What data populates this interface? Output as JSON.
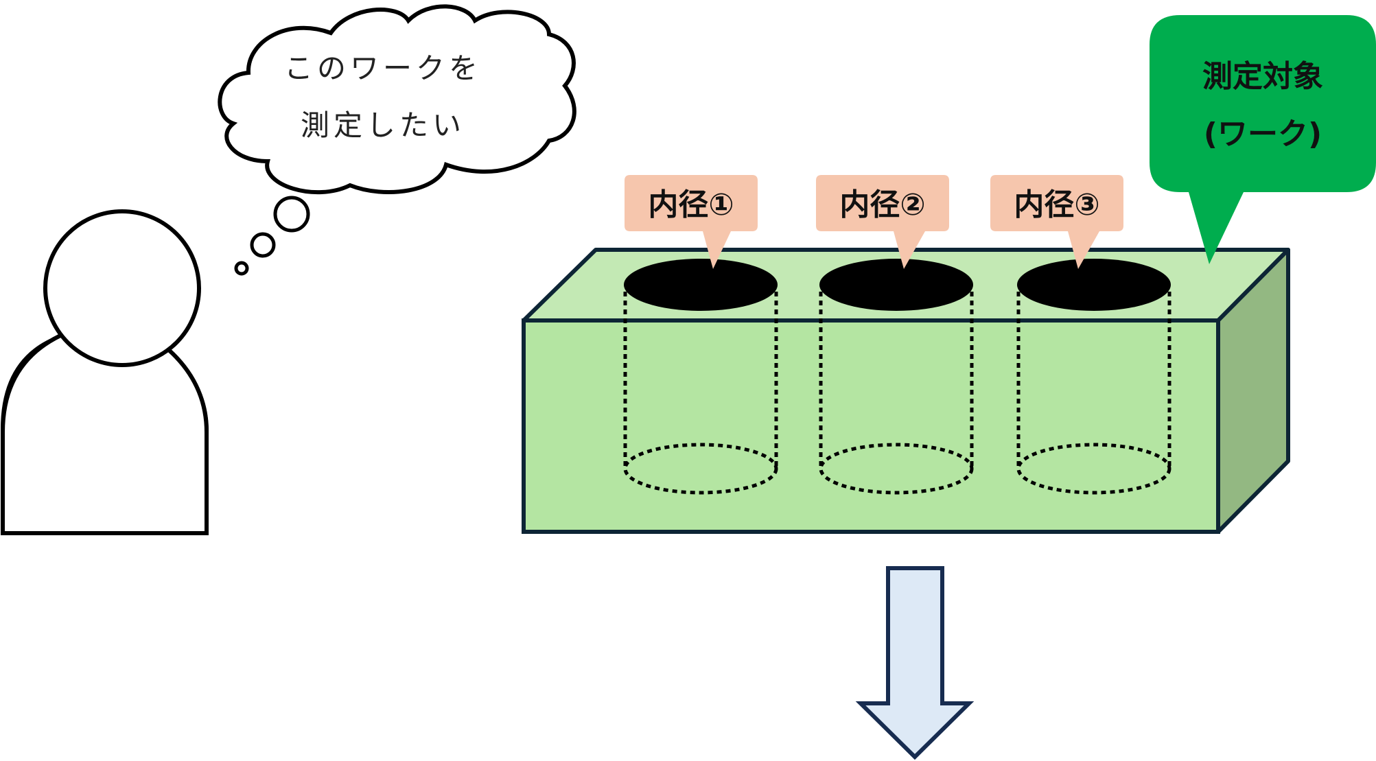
{
  "thought_bubble": {
    "line1": "このワークを",
    "line2": "測定したい"
  },
  "labels": [
    {
      "text": "内径①"
    },
    {
      "text": "内径②"
    },
    {
      "text": "内径③"
    }
  ],
  "target_callout": {
    "line1": "測定対象",
    "line2": "(ワーク)"
  },
  "colors": {
    "label_fill": "#f6c6ad",
    "target_fill": "#00ad4e",
    "box_front": "#b4e5a2",
    "box_top": "#c3e9b4",
    "box_side": "#93b882",
    "box_stroke": "#0d2535",
    "arrow_fill": "#dde9f6",
    "arrow_stroke": "#172c50"
  }
}
